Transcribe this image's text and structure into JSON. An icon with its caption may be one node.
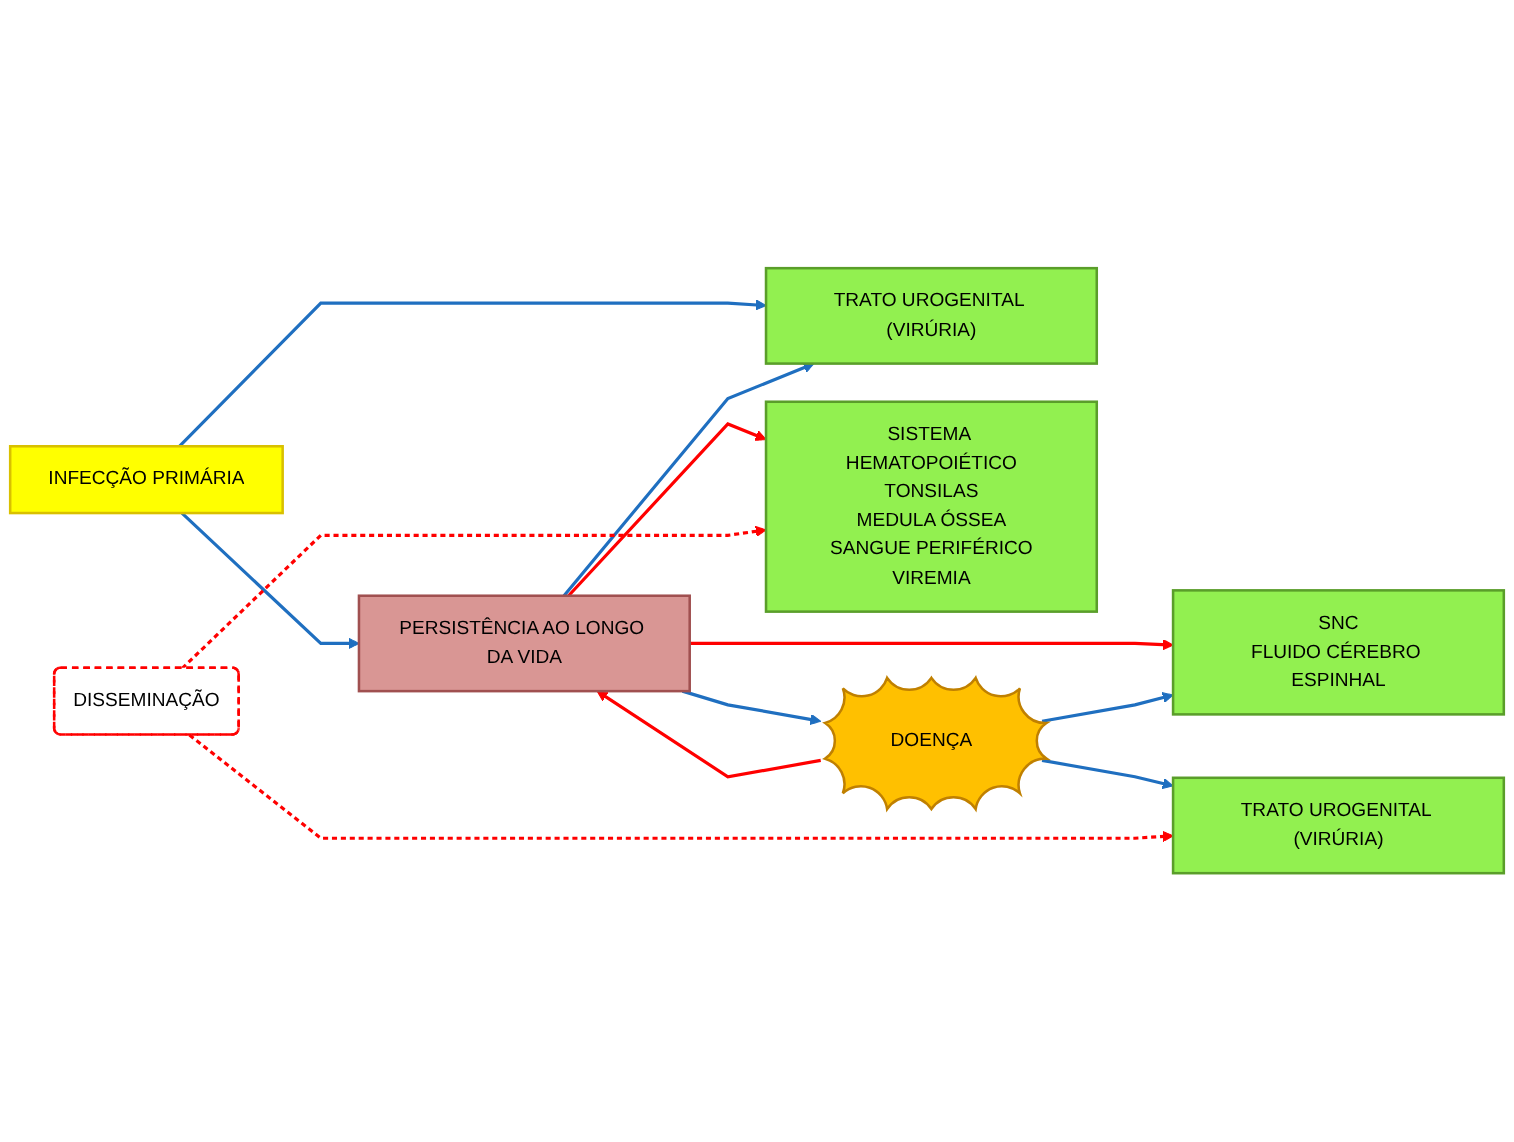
{
  "diagram": {
    "nodes": [
      {
        "text": [
          "INFECÇÃO PRIMÁRIA"
        ]
      },
      {
        "text": [
          "TRATO UROGENITAL (VIRÚRIA)"
        ]
      },
      {
        "text": [
          "PERSISTÊNCIA AO LONGO DA VIDA"
        ]
      },
      {
        "text": [
          "SISTEMA HEMATOPOIÉTICO",
          "TONSILAS",
          "MEDULA ÓSSEA",
          "SANGUE PERIFÉRICO",
          "VIREMIA"
        ]
      },
      {
        "text": [
          "SNC",
          "FLUIDO CÉREBRO ESPINHAL"
        ]
      },
      {
        "text": [
          "TRATO UROGENITAL (VIRÚRIA)"
        ]
      },
      {
        "text": [
          "DOENÇA"
        ]
      },
      {
        "text": [
          "DISSEMINAÇÃO"
        ]
      }
    ],
    "edges": [
      {
        "from": 0,
        "to": 1,
        "arrow": "to"
      },
      {
        "from": 0,
        "to": 2,
        "arrow": "to"
      },
      {
        "from": 2,
        "to": 1,
        "arrow": "to"
      },
      {
        "from": 2,
        "to": 3,
        "arrow": "to",
        "color": "#ff0000"
      },
      {
        "from": 2,
        "to": 4,
        "arrow": "to",
        "color": "#ff0000"
      },
      {
        "from": 2,
        "to": 6,
        "arrow": "to"
      },
      {
        "from": 6,
        "to": 2,
        "arrow": "to",
        "color": "#ff0000"
      },
      {
        "from": 6,
        "to": 4,
        "arrow": "to"
      },
      {
        "from": 6,
        "to": 5,
        "arrow": "to"
      },
      {
        "from": 7,
        "to": 3,
        "arrow": "to",
        "style": "dashed",
        "color": "#ff0000"
      },
      {
        "from": 7,
        "to": 5,
        "arrow": "to",
        "style": "dashed",
        "color": "#ff0000"
      }
    ]
  }
}
